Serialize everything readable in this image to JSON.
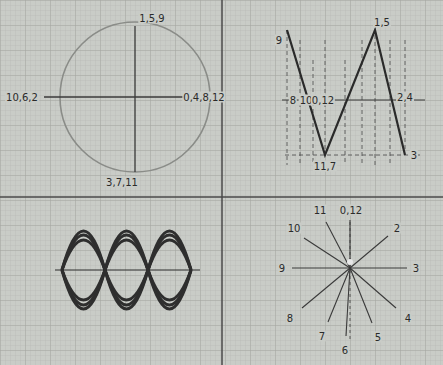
{
  "diagram": {
    "labels": [
      "1,5,9",
      "10,6,2",
      "0,4,8,12",
      "3,7,11",
      "9",
      "8",
      "10",
      "0,12",
      "11,7",
      "1,5",
      "2,4",
      "3",
      "10",
      "11",
      "0,12",
      "2",
      "9",
      "3",
      "8",
      "7",
      "6",
      "5",
      "4"
    ]
  }
}
